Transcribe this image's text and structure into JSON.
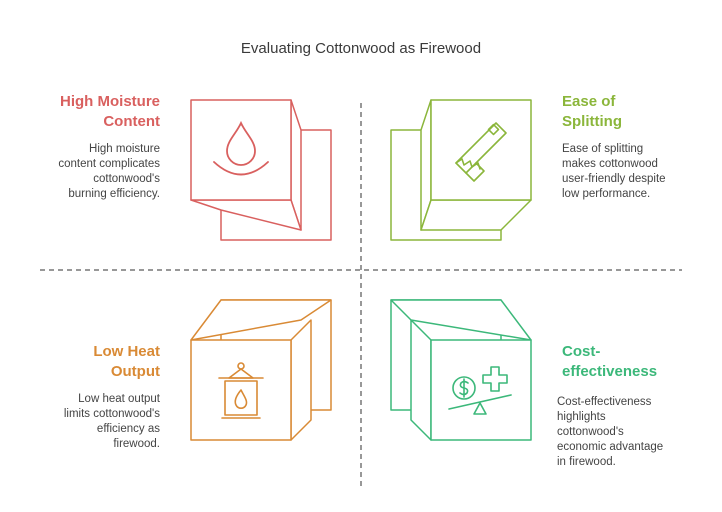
{
  "title": "Evaluating Cottonwood as Firewood",
  "quadrants": [
    {
      "heading_line1": "High Moisture",
      "heading_line2": "Content",
      "description": [
        "High moisture",
        "content complicates",
        "cottonwood's",
        "burning efficiency."
      ],
      "color": "#d9605f",
      "icon": "water-drop-icon"
    },
    {
      "heading_line1": "Ease of",
      "heading_line2": "Splitting",
      "description": [
        "Ease of splitting",
        "makes cottonwood",
        "user-friendly despite",
        "low performance."
      ],
      "color": "#8bb63b",
      "icon": "saw-icon"
    },
    {
      "heading_line1": "Low Heat",
      "heading_line2": "Output",
      "description": [
        "Low heat output",
        "limits cottonwood's",
        "efficiency as",
        "firewood."
      ],
      "color": "#d98a35",
      "icon": "lantern-fire-icon"
    },
    {
      "heading_line1": "Cost-",
      "heading_line2": "effectiveness",
      "description": [
        "Cost-effectiveness",
        "highlights",
        "cottonwood's",
        "economic advantage",
        "in firewood."
      ],
      "color": "#3cb87a",
      "icon": "balance-dollar-plus-icon"
    }
  ],
  "colors": {
    "divider": "#777777",
    "title": "#3a3a3a",
    "text": "#444444"
  }
}
